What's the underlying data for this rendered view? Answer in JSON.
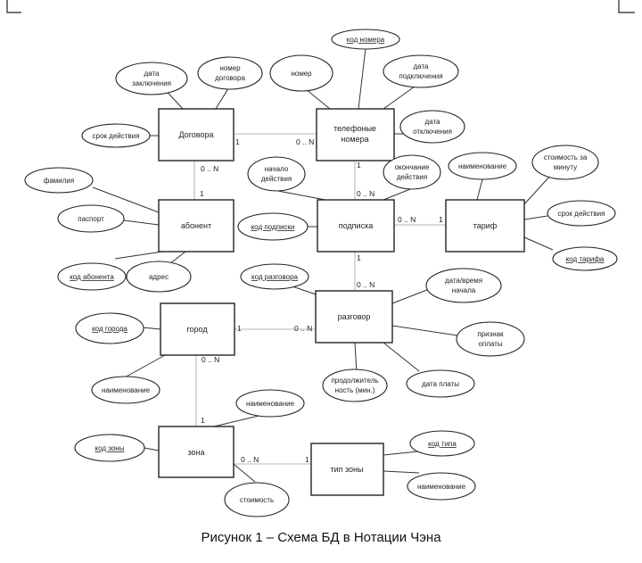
{
  "caption": "Рисунок 1 – Схема БД в Нотации Чэна",
  "entities": {
    "dogovora": "Договора",
    "telefonnye_nomera": [
      "телефоные",
      "номера"
    ],
    "abonent": "абонент",
    "podpiska": "подписка",
    "tarif": "тариф",
    "gorod": "город",
    "razgovor": "разговор",
    "zona": "зона",
    "tip_zony": "тип зоны"
  },
  "attributes": {
    "kod_nomera": "код номера",
    "data_zakl": [
      "дата",
      "заключения"
    ],
    "nomer_dogovora": [
      "номер",
      "договора"
    ],
    "nomer": "номер",
    "data_podkl": [
      "дата",
      "подключения"
    ],
    "srok_deistviya_dog": "срок действия",
    "data_otkl": [
      "дата",
      "отключения"
    ],
    "familiya": "фамилия",
    "nachalo_deistviya": [
      "начало",
      "действия"
    ],
    "okonchanie_deistviya": [
      "окончание",
      "действия"
    ],
    "naim_tarifa": "наименование",
    "stoimost_za_minutu": [
      "стоимость за",
      "минуту"
    ],
    "pasport": "паспорт",
    "kod_podpiski": "код подписки",
    "srok_deistviya_tar": "срок действия",
    "kod_abonenta": "код абонента",
    "adres": "адрес",
    "kod_razgovora": "код разговора",
    "kod_tarifa": "код тарифа",
    "data_vremya_nachala": [
      "дата/время",
      "начала"
    ],
    "kod_goroda": "код города",
    "priznak_oplaty": [
      "признак",
      "оплаты"
    ],
    "naim_goroda": "наименование",
    "prodolzhitelnost": [
      "продолжитель",
      "ность (мин.)"
    ],
    "data_platy": "дата платы",
    "naim_zony": "наименование",
    "kod_zony": "код зоны",
    "kod_tipa": "код типа",
    "naim_tipa": "наименование",
    "stoimost": "стоимость"
  },
  "cardinalities": {
    "dog_nomera_1": "1",
    "dog_nomera_n": "0 .. N",
    "dog_abon_n": "0 .. N",
    "dog_abon_1": "1",
    "nomera_podp_1": "1",
    "nomera_podp_n": "0 .. N",
    "podp_tarif_n": "0 .. N",
    "podp_tarif_1": "1",
    "podp_razg_1": "1",
    "podp_razg_n": "0 .. N",
    "gorod_razg_1": "1",
    "gorod_razg_n": "0 .. N",
    "gorod_zona_n": "0 .. N",
    "gorod_zona_1": "1",
    "zona_tip_n": "0 .. N",
    "zona_tip_1": "1"
  }
}
